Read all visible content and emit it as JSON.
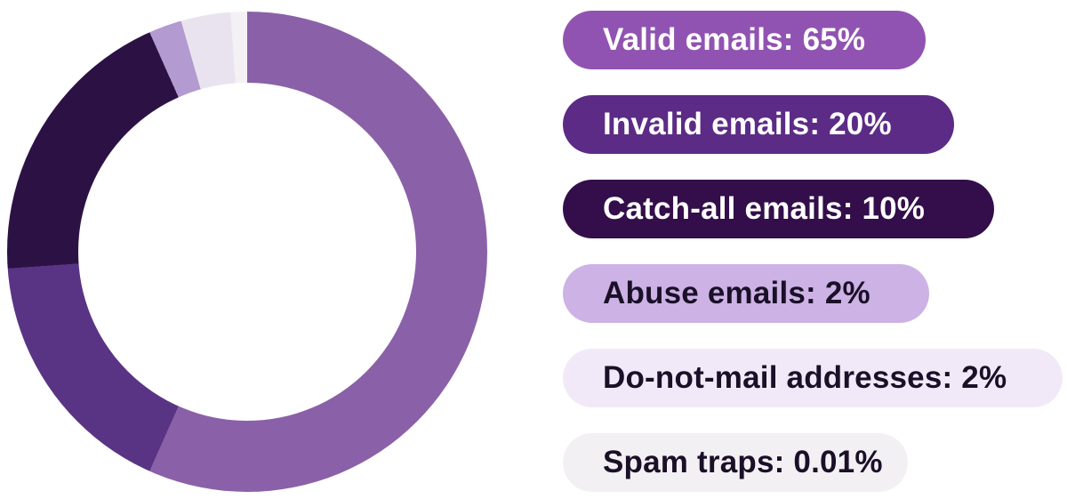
{
  "chart_data": {
    "type": "pie",
    "subtype": "donut",
    "title": "",
    "legend_position": "right",
    "segments": [
      {
        "label": "Valid emails",
        "value": 65,
        "unit": "%",
        "color": "#8A61A8",
        "drawn_start_deg": 0,
        "drawn_end_deg": 204
      },
      {
        "label": "Invalid emails",
        "value": 20,
        "unit": "%",
        "color": "#5A3484",
        "drawn_start_deg": 204,
        "drawn_end_deg": 266
      },
      {
        "label": "Catch-all emails",
        "value": 10,
        "unit": "%",
        "color": "#2C1244",
        "drawn_start_deg": 266,
        "drawn_end_deg": 336
      },
      {
        "label": "Abuse emails",
        "value": 2,
        "unit": "%",
        "color": "#B39AD0",
        "drawn_start_deg": 336,
        "drawn_end_deg": 344
      },
      {
        "label": "Do-not-mail addresses",
        "value": 2,
        "unit": "%",
        "color": "#E9E3EF",
        "drawn_start_deg": 344,
        "drawn_end_deg": 356
      },
      {
        "label": "Spam traps",
        "value": 0.01,
        "unit": "%",
        "color": "#F4F1F4",
        "drawn_start_deg": 356,
        "drawn_end_deg": 360
      }
    ],
    "hole_color": "#FFFFFF",
    "background_color": "#FFFFFF"
  },
  "legend": {
    "items": [
      {
        "label": "Valid emails: 65%",
        "bg": "#9153B2",
        "text_color": "#FFFFFF"
      },
      {
        "label": "Invalid emails: 20%",
        "bg": "#5C2B86",
        "text_color": "#FFFFFF"
      },
      {
        "label": "Catch-all emails: 10%",
        "bg": "#330E4A",
        "text_color": "#FFFFFF"
      },
      {
        "label": "Abuse emails: 2%",
        "bg": "#CDB2E5",
        "text_color": "#1A1028"
      },
      {
        "label": "Do-not-mail addresses: 2%",
        "bg": "#F2E9F8",
        "text_color": "#1A1028"
      },
      {
        "label": "Spam traps: 0.01%",
        "bg": "#F3F0F3",
        "text_color": "#1A1028"
      }
    ]
  }
}
